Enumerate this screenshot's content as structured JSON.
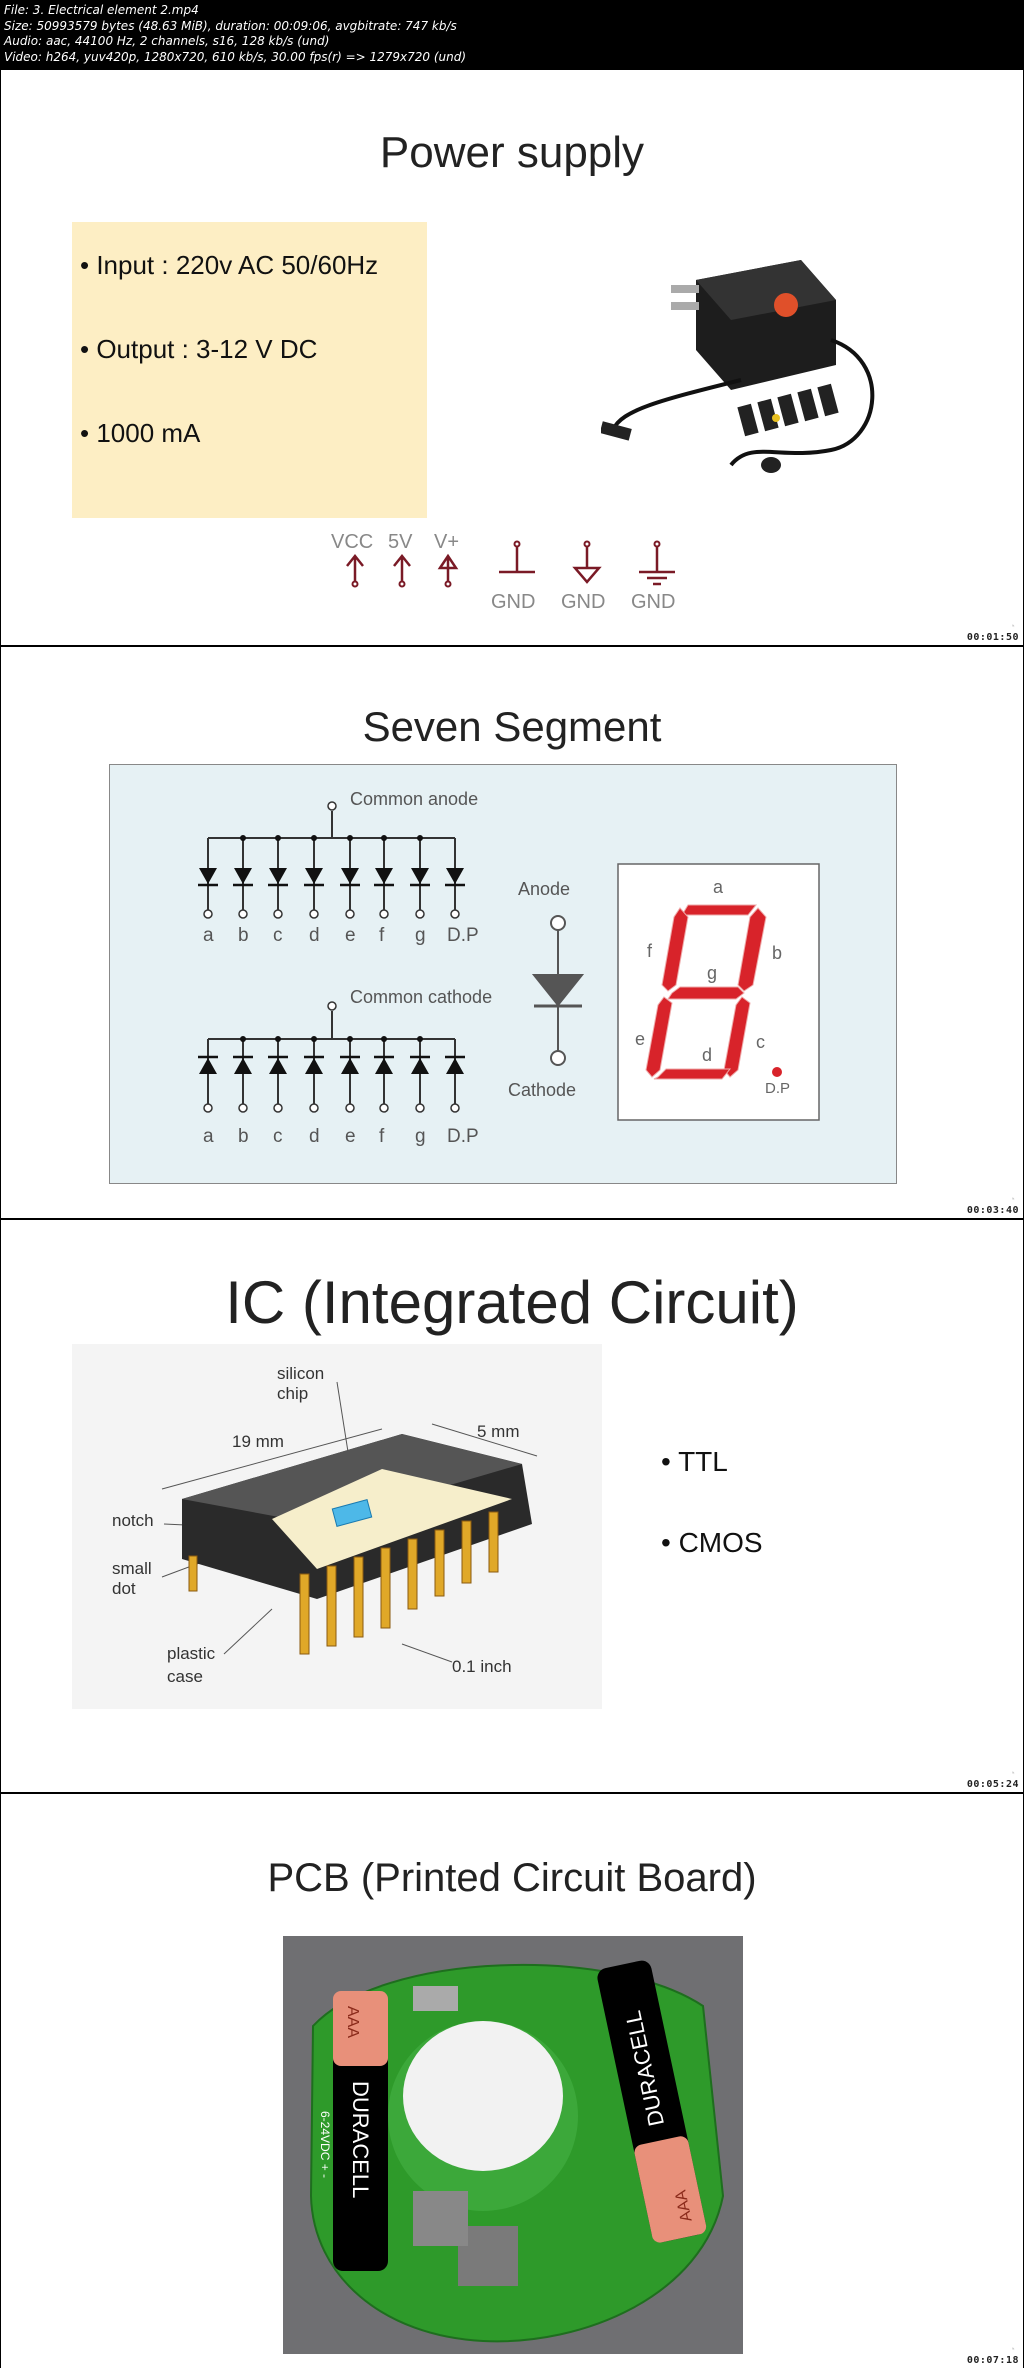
{
  "header": {
    "lines": [
      "File: 3. Electrical element 2.mp4",
      "Size: 50993579 bytes (48.63 MiB), duration: 00:09:06, avgbitrate: 747 kb/s",
      "Audio: aac, 44100 Hz, 2 channels, s16, 128 kb/s (und)",
      "Video: h264, yuv420p, 1280x720, 610 kb/s, 30.00 fps(r) => 1279x720 (und)"
    ]
  },
  "slides": [
    {
      "title": "Power supply",
      "bullets": [
        "• Input : 220v AC 50/60Hz",
        "• Output : 3-12 V DC",
        "• 1000 mA"
      ],
      "symbols": {
        "vcc": "VCC",
        "v5": "5V",
        "vplus": "V+",
        "gnd1": "GND",
        "gnd2": "GND",
        "gnd3": "GND"
      },
      "timestamp": "00:01:50"
    },
    {
      "title": "Seven Segment",
      "diagram": {
        "common_anode": "Common anode",
        "common_cathode": "Common cathode",
        "pins": [
          "a",
          "b",
          "c",
          "d",
          "e",
          "f",
          "g",
          "D.P"
        ],
        "anode": "Anode",
        "cathode": "Cathode",
        "segments": {
          "a": "a",
          "b": "b",
          "c": "c",
          "d": "d",
          "e": "e",
          "f": "f",
          "g": "g",
          "dp": "D.P"
        },
        "segment_color": "#d8232a"
      },
      "timestamp": "00:03:40"
    },
    {
      "title": "IC (Integrated Circuit)",
      "figure": {
        "silicon1": "silicon",
        "silicon2": "chip",
        "len": "19 mm",
        "wid": "5 mm",
        "notch": "notch",
        "small": "small",
        "dot": "dot",
        "plastic": "plastic",
        "case": "case",
        "pitch": "0.1 inch"
      },
      "bullets": [
        "• TTL",
        "• CMOS"
      ],
      "timestamp": "00:05:24"
    },
    {
      "title": "PCB (Printed Circuit Board)",
      "figure": {
        "brand1": "DURACELL",
        "brand2": "DURACELL",
        "aaa1": "AAA",
        "aaa2": "AAA",
        "voltage": "6-24VDC + -"
      },
      "timestamp": "00:07:18"
    }
  ]
}
